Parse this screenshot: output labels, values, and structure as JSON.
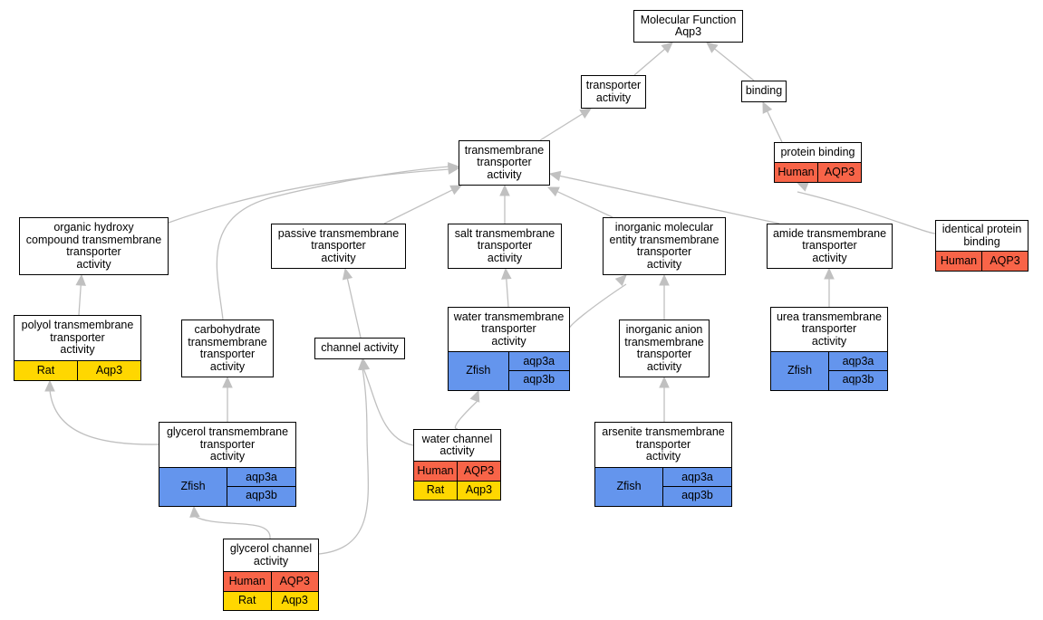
{
  "colors": {
    "edge": "#c0c0c0",
    "human": "#f86448",
    "rat": "#ffd700",
    "zfish": "#6495ed"
  },
  "nodes": {
    "molecular_function": {
      "title": "Molecular Function\nAqp3"
    },
    "transporter_activity": {
      "title": "transporter\nactivity"
    },
    "binding": {
      "title": "binding"
    },
    "protein_binding": {
      "title": "protein binding",
      "rows": [
        {
          "species": "Human",
          "gene": "AQP3"
        }
      ]
    },
    "transmembrane_transporter_activity": {
      "title": "transmembrane\ntransporter\nactivity"
    },
    "organic_hydroxy": {
      "title": "organic hydroxy\ncompound transmembrane\ntransporter\nactivity"
    },
    "passive_transmembrane": {
      "title": "passive transmembrane\ntransporter\nactivity"
    },
    "salt_transmembrane": {
      "title": "salt transmembrane\ntransporter\nactivity"
    },
    "inorganic_molecular": {
      "title": "inorganic molecular\nentity transmembrane\ntransporter\nactivity"
    },
    "amide_transmembrane": {
      "title": "amide transmembrane\ntransporter\nactivity"
    },
    "identical_protein_binding": {
      "title": "identical protein\nbinding",
      "rows": [
        {
          "species": "Human",
          "gene": "AQP3"
        }
      ]
    },
    "polyol_transmembrane": {
      "title": "polyol transmembrane\ntransporter\nactivity",
      "rows": [
        {
          "species": "Rat",
          "gene": "Aqp3"
        }
      ]
    },
    "carbohydrate_transmembrane": {
      "title": "carbohydrate\ntransmembrane\ntransporter\nactivity"
    },
    "channel_activity": {
      "title": "channel activity"
    },
    "water_transmembrane": {
      "title": "water transmembrane\ntransporter\nactivity",
      "zfish": {
        "species": "Zfish",
        "genes": [
          "aqp3a",
          "aqp3b"
        ]
      }
    },
    "inorganic_anion": {
      "title": "inorganic anion\ntransmembrane\ntransporter\nactivity"
    },
    "urea_transmembrane": {
      "title": "urea transmembrane\ntransporter\nactivity",
      "zfish": {
        "species": "Zfish",
        "genes": [
          "aqp3a",
          "aqp3b"
        ]
      }
    },
    "glycerol_transmembrane": {
      "title": "glycerol transmembrane\ntransporter\nactivity",
      "zfish": {
        "species": "Zfish",
        "genes": [
          "aqp3a",
          "aqp3b"
        ]
      }
    },
    "water_channel": {
      "title": "water channel\nactivity",
      "rows": [
        {
          "species": "Human",
          "gene": "AQP3"
        },
        {
          "species": "Rat",
          "gene": "Aqp3"
        }
      ]
    },
    "arsenite_transmembrane": {
      "title": "arsenite transmembrane\ntransporter\nactivity",
      "zfish": {
        "species": "Zfish",
        "genes": [
          "aqp3a",
          "aqp3b"
        ]
      }
    },
    "glycerol_channel": {
      "title": "glycerol channel\nactivity",
      "rows": [
        {
          "species": "Human",
          "gene": "AQP3"
        },
        {
          "species": "Rat",
          "gene": "Aqp3"
        }
      ]
    }
  },
  "edges": [
    [
      "transporter_activity",
      "molecular_function"
    ],
    [
      "binding",
      "molecular_function"
    ],
    [
      "protein_binding",
      "binding"
    ],
    [
      "identical_protein_binding",
      "protein_binding"
    ],
    [
      "transmembrane_transporter_activity",
      "transporter_activity"
    ],
    [
      "organic_hydroxy",
      "transmembrane_transporter_activity"
    ],
    [
      "passive_transmembrane",
      "transmembrane_transporter_activity"
    ],
    [
      "salt_transmembrane",
      "transmembrane_transporter_activity"
    ],
    [
      "inorganic_molecular",
      "transmembrane_transporter_activity"
    ],
    [
      "amide_transmembrane",
      "transmembrane_transporter_activity"
    ],
    [
      "carbohydrate_transmembrane",
      "transmembrane_transporter_activity"
    ],
    [
      "polyol_transmembrane",
      "organic_hydroxy"
    ],
    [
      "channel_activity",
      "passive_transmembrane"
    ],
    [
      "water_transmembrane",
      "salt_transmembrane"
    ],
    [
      "water_transmembrane",
      "inorganic_molecular"
    ],
    [
      "inorganic_anion",
      "inorganic_molecular"
    ],
    [
      "urea_transmembrane",
      "amide_transmembrane"
    ],
    [
      "glycerol_transmembrane",
      "polyol_transmembrane"
    ],
    [
      "glycerol_transmembrane",
      "carbohydrate_transmembrane"
    ],
    [
      "water_channel",
      "channel_activity"
    ],
    [
      "water_channel",
      "water_transmembrane"
    ],
    [
      "arsenite_transmembrane",
      "inorganic_anion"
    ],
    [
      "glycerol_channel",
      "glycerol_transmembrane"
    ],
    [
      "glycerol_channel",
      "channel_activity"
    ]
  ]
}
